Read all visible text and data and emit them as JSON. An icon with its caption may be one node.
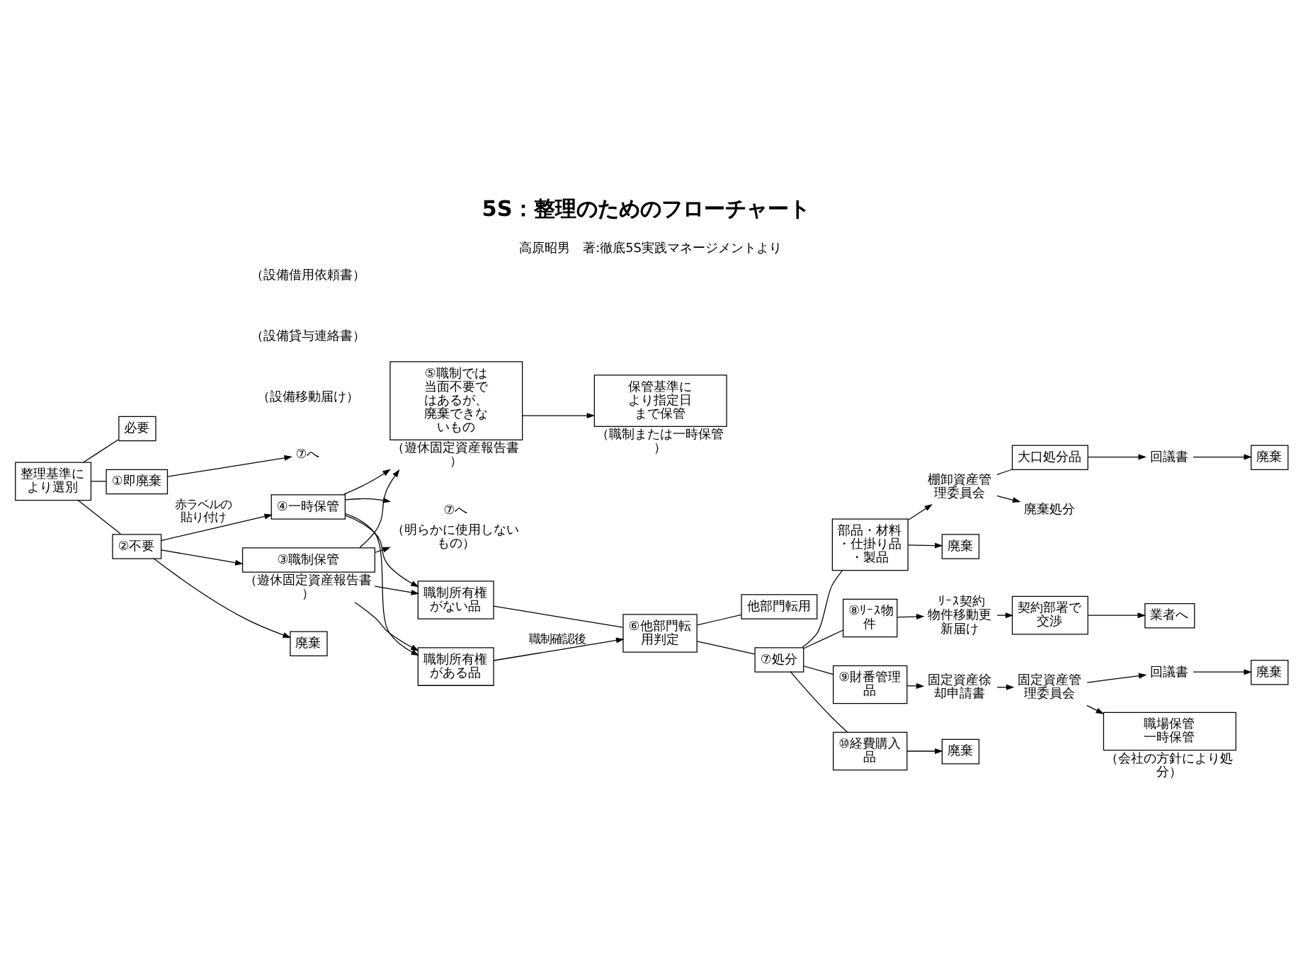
{
  "diagram": {
    "title": "5S：整理のためのフローチャート",
    "caption": "高原昭男　著:徹底5S実践マネージメントより",
    "nodes": [
      {
        "text": [
          "整理基準により選別"
        ]
      },
      {
        "text": [
          "必要"
        ]
      },
      {
        "text": [
          "①即廃棄"
        ]
      },
      {
        "text": [
          "⑦へ"
        ]
      },
      {
        "text": [
          "②不要"
        ]
      },
      {
        "text": [
          "③職制保管"
        ],
        "beside": [
          "（遊休固定資産報告書）"
        ]
      },
      {
        "text": [
          "④一時保管"
        ]
      },
      {
        "text": [
          "廃棄"
        ]
      },
      {
        "text": [
          "⑤職制では当面不要ではあるが、廃棄できないもの"
        ],
        "beside": [
          "（遊休固定資産報告書）"
        ]
      },
      {
        "text": [
          "保管基準により指定日まで保管"
        ],
        "beside": [
          "（職制または一時保管）"
        ]
      },
      {
        "text": [
          "職制所有権がない品"
        ]
      },
      {
        "text": [
          "⑥他部門転用判定"
        ]
      },
      {
        "text": [
          "職制所有権がある品"
        ]
      },
      {
        "text": [
          "⑦へ"
        ],
        "beside": [
          "（明らかに使用しないもの）"
        ]
      },
      {
        "text": [
          "他部門転用"
        ]
      },
      {
        "text": [
          "⑦処分"
        ]
      },
      {
        "text": [
          "部品・材料・仕掛り品・製品"
        ]
      },
      {
        "text": [
          "⑧ﾘｰｽ物件"
        ]
      },
      {
        "text": [
          "⑨財番管理品"
        ]
      },
      {
        "text": [
          "⑩経費購入品"
        ]
      },
      {
        "text": [
          "廃棄"
        ]
      },
      {
        "text": [
          "廃棄"
        ]
      },
      {
        "text": [
          "棚卸資産管理委員会"
        ]
      },
      {
        "text": [
          "大口処分品"
        ]
      },
      {
        "text": [
          "廃棄処分"
        ]
      },
      {
        "text": [
          "回議書"
        ]
      },
      {
        "text": [
          "廃棄"
        ]
      },
      {
        "text": [
          "ﾘｰｽ契約物件移動更新届け"
        ]
      },
      {
        "text": [
          "契約部署で交渉"
        ]
      },
      {
        "text": [
          "業者へ"
        ]
      },
      {
        "text": [
          "固定資産徐却申請書"
        ]
      },
      {
        "text": [
          "固定資産管理委員会"
        ]
      },
      {
        "text": [
          "回議書"
        ]
      },
      {
        "text": [
          "廃棄"
        ]
      },
      {
        "text": [
          "職場保管",
          "一時保管"
        ],
        "beside": [
          "（会社の方針により処分）"
        ]
      }
    ],
    "edges": [
      {
        "from": 0,
        "to": 1,
        "arrow": "none"
      },
      {
        "from": 0,
        "to": 2,
        "arrow": "none"
      },
      {
        "from": 0,
        "to": 4,
        "arrow": "none"
      },
      {
        "from": 2,
        "to": 3,
        "arrow": "to"
      },
      {
        "from": 4,
        "to": 5,
        "arrow": "to"
      },
      {
        "from": 4,
        "to": 6,
        "arrow": "to",
        "label": "赤ラベルの貼り付け"
      },
      {
        "from": 4,
        "to": 7,
        "arrow": "to"
      },
      {
        "from": 5,
        "to": 8,
        "arrow": "to"
      },
      {
        "from": 5,
        "to": 10,
        "arrow": "to"
      },
      {
        "from": 5,
        "to": 12,
        "arrow": "to"
      },
      {
        "from": 5,
        "to": 13,
        "arrow": "to"
      },
      {
        "from": 6,
        "to": 8,
        "arrow": "to"
      },
      {
        "from": 6,
        "to": 10,
        "arrow": "to"
      },
      {
        "from": 6,
        "to": 12,
        "arrow": "to"
      },
      {
        "from": 6,
        "to": 13,
        "arrow": "to"
      },
      {
        "from": 8,
        "to": 9,
        "arrow": "to"
      },
      {
        "from": 10,
        "to": 11,
        "arrow": "none"
      },
      {
        "from": 12,
        "to": 11,
        "arrow": "to",
        "label": "職制確認後"
      },
      {
        "from": 11,
        "to": 14,
        "arrow": "none"
      },
      {
        "from": 11,
        "to": 15,
        "arrow": "none"
      },
      {
        "from": 15,
        "to": 16,
        "arrow": "none"
      },
      {
        "from": 15,
        "to": 17,
        "arrow": "none"
      },
      {
        "from": 15,
        "to": 18,
        "arrow": "none"
      },
      {
        "from": 15,
        "to": 19,
        "arrow": "none"
      },
      {
        "from": 16,
        "to": 20,
        "arrow": "to"
      },
      {
        "from": 16,
        "to": 22,
        "arrow": "to"
      },
      {
        "from": 22,
        "to": 23,
        "arrow": "none"
      },
      {
        "from": 22,
        "to": 24,
        "arrow": "to"
      },
      {
        "from": 23,
        "to": 25,
        "arrow": "to"
      },
      {
        "from": 25,
        "to": 26,
        "arrow": "to"
      },
      {
        "from": 17,
        "to": 27,
        "arrow": "to"
      },
      {
        "from": 27,
        "to": 28,
        "arrow": "to"
      },
      {
        "from": 28,
        "to": 29,
        "arrow": "to"
      },
      {
        "from": 18,
        "to": 30,
        "arrow": "to"
      },
      {
        "from": 30,
        "to": 31,
        "arrow": "to"
      },
      {
        "from": 31,
        "to": 32,
        "arrow": "to"
      },
      {
        "from": 31,
        "to": 34,
        "arrow": "to"
      },
      {
        "from": 32,
        "to": 33,
        "arrow": "to"
      },
      {
        "from": 19,
        "to": 21,
        "arrow": "to"
      }
    ],
    "labels": [
      "（設備移動届け）",
      "（設備貸与連絡書）",
      "（設備借用依頼書）"
    ]
  }
}
